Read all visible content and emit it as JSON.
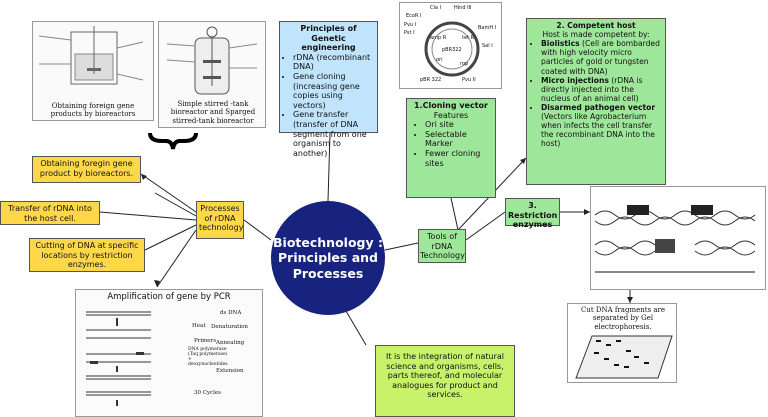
{
  "center": {
    "title": "Biotechnology : Principles and Processes"
  },
  "processes": {
    "label": "Processes of rDNA technology",
    "items": [
      "Obtaining foregin gene product by bioreactors.",
      "Transfer of rDNA into the host cell.",
      "Cutting of DNA at specific locations by restriction enzymes."
    ]
  },
  "bioreactor": {
    "caption_left": "Obtaining foreign gene products by bioreactors",
    "caption_right": "Simple stirred -tank bioreactor and Sparged stirred-tank bioreactor"
  },
  "pcr": {
    "title": "Amplification of gene by PCR",
    "labels": [
      "ds DNA",
      "Denaturation",
      "Heat",
      "Primers",
      "Annealing",
      "DNA polymerase (Taq polymerase) + deoxynucleotides",
      "Extension",
      "30 Cycles"
    ]
  },
  "principles": {
    "title": "Principles of Genetic engineering",
    "items": [
      "rDNA (recombinant DNA)",
      "Gene cloning (increasing gene copies using vectors)",
      "Gene transfer (transfer of DNA segment from one organism to another)"
    ]
  },
  "plasmid": {
    "labels": [
      "Cla I",
      "Hind III",
      "EcoR I",
      "Pvu I",
      "Pst I",
      "BamH I",
      "Sal I",
      "amp R",
      "tet R",
      "pBR322",
      "ori",
      "rop",
      "pBR 322",
      "Pvu II"
    ]
  },
  "cloning_vector": {
    "title": "1.Cloning vector",
    "subtitle": "Features",
    "items": [
      "Ori site",
      "Selectable Marker",
      "Fewer cloning sites"
    ]
  },
  "competent_host": {
    "title": "2. Competent host",
    "intro": "Host is made competent by:",
    "items": [
      {
        "term": "Biolistics",
        "desc": " (Cell are bombarded with high velocity micro particles of gold or tungsten coated with DNA)"
      },
      {
        "term": "Micro injections",
        "desc": " (rDNA is directly injected into the nucleus of an animal cell)"
      },
      {
        "term": "Disarmed pathogen vector",
        "desc": " (Vectors like Agrobacterium when infects the cell transfer the recombinant DNA into the host)"
      }
    ]
  },
  "tools": {
    "label": "Tools of rDNA Technology"
  },
  "restriction": {
    "title": "3. Restriction enzymes",
    "caption": "Cut DNA fragments are separated by Gel electrophoresis."
  },
  "definition": {
    "text": "It is the integration of natural science and organisms, cells, parts thereof, and molecular analogues for product and services."
  },
  "colors": {
    "hub": "#17237e",
    "yellow": "#ffd84a",
    "blue": "#bfe4fb",
    "green": "#9ee79a",
    "lime": "#c7f26a"
  }
}
